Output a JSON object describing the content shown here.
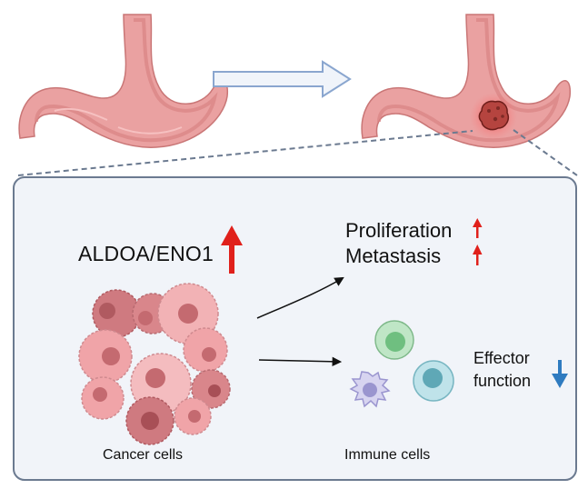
{
  "labels": {
    "gene": "ALDOA/ENO1",
    "outcome_1": "Proliferation",
    "outcome_2": "Metastasis",
    "effector_line1": "Effector",
    "effector_line2": "function",
    "cancer_cells": "Cancer cells",
    "immune_cells": "Immune cells"
  },
  "colors": {
    "up_arrow": "#e0201b",
    "down_arrow": "#2f7bc0",
    "panel_fill": "#f1f4f9",
    "panel_stroke": "#6b7a90",
    "stomach_fill": "#eaa1a1",
    "stomach_inner": "#d98383",
    "tumor": "#b5443f",
    "cancer_cell": "#f0a4a8",
    "cancer_cell_dark": "#c4646a",
    "immune_green": "#8fcf9b",
    "immune_teal": "#9dd3db",
    "immune_purple": "#c7c3e8"
  },
  "icons": {
    "normal_stomach": "stomach-icon",
    "tumor_stomach": "stomach-with-tumor-icon",
    "transition": "right-arrow-icon",
    "upregulation": "red-up-arrow-icon",
    "downregulation": "blue-down-arrow-icon"
  }
}
